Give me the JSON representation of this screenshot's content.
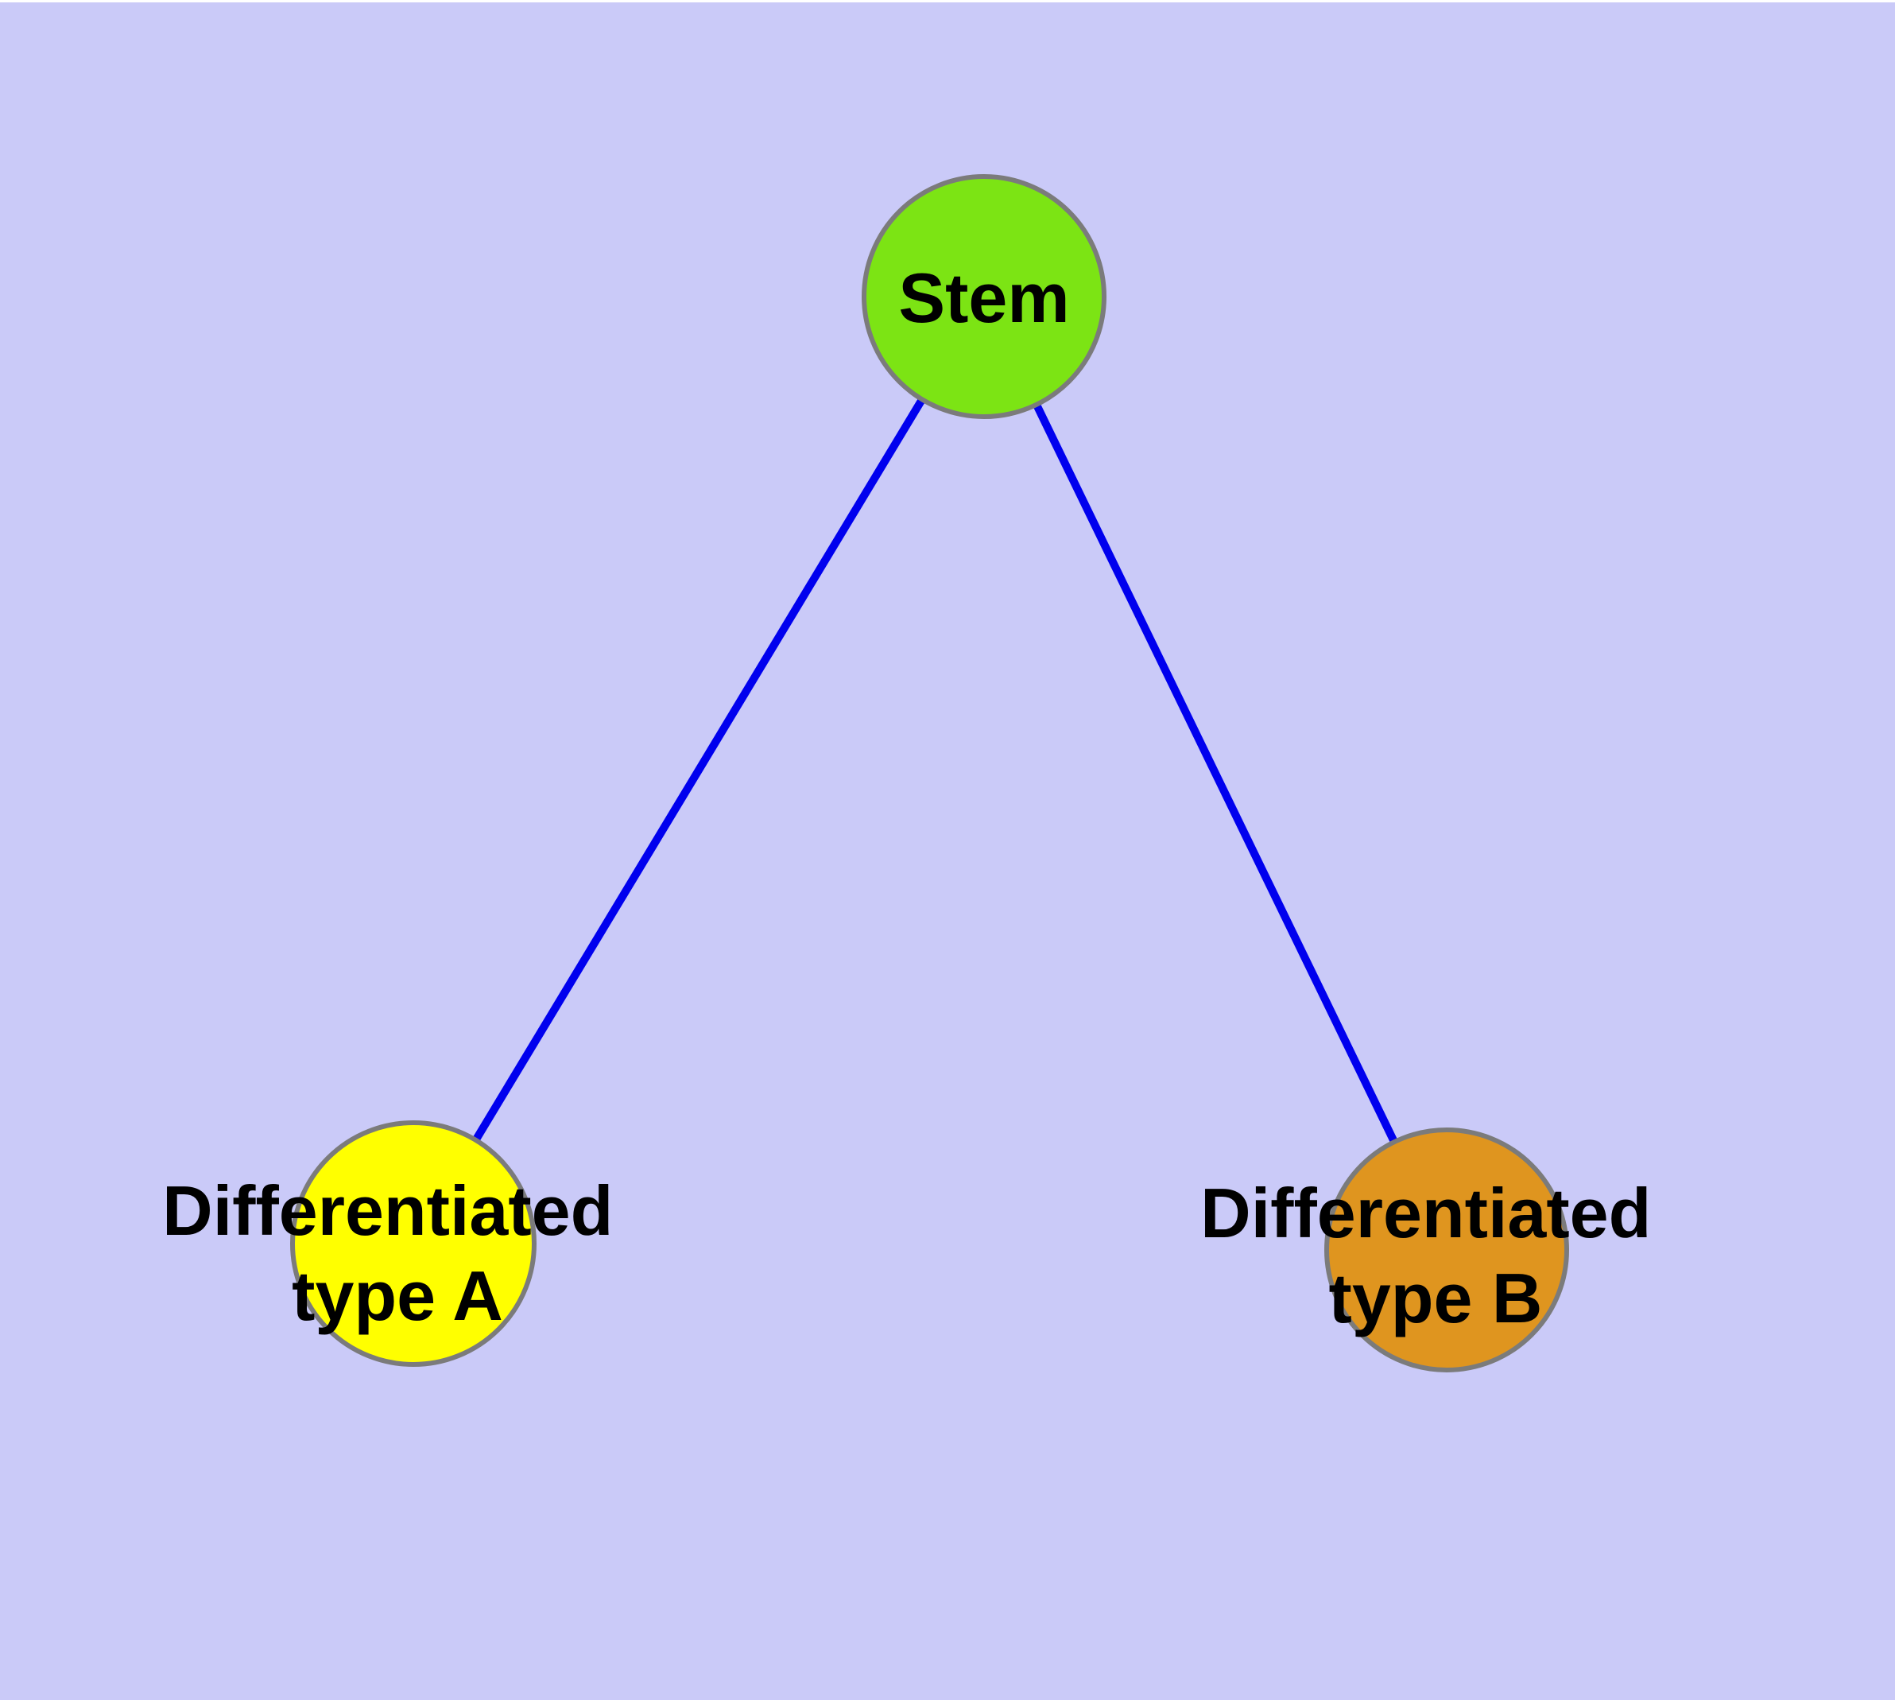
{
  "diagram": {
    "background_color": "#CACAF8",
    "top_strip_color": "#FFFFFF",
    "edge_color": "#0000EE",
    "node_border_color": "#7B7B7B",
    "label_color": "#000000",
    "nodes": [
      {
        "id": "stem",
        "label": "Stem",
        "label_lines": [
          "Stem"
        ],
        "fill": "#7CE414"
      },
      {
        "id": "differentiated-type-a",
        "label": "Differentiated type A",
        "label_lines": [
          "Differentiated",
          "type A"
        ],
        "fill": "#FFFF00"
      },
      {
        "id": "differentiated-type-b",
        "label": "Differentiated type B",
        "label_lines": [
          "Differentiated",
          "type B"
        ],
        "fill": "#DF951F"
      }
    ],
    "edges": [
      {
        "from": "stem",
        "to": "differentiated-type-a"
      },
      {
        "from": "stem",
        "to": "differentiated-type-b"
      }
    ]
  }
}
